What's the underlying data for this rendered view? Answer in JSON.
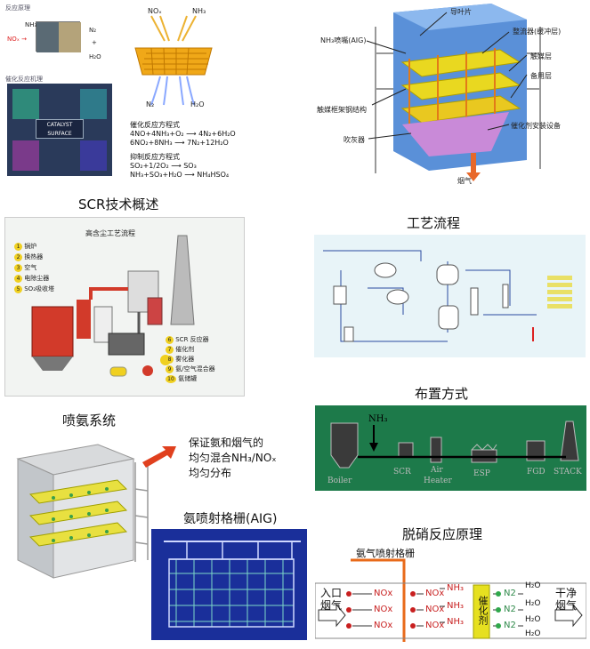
{
  "captions": {
    "scr_overview": "SCR技术概述",
    "process_flow": "工艺流程",
    "ammonia_system": "喷氨系统",
    "layout_mode": "布置方式",
    "aig": "氨喷射格栅(AIG)",
    "principle": "脱硝反应原理"
  },
  "top_left": {
    "label_a": "反应原理",
    "label_b": "催化反应机理",
    "nox": "NO",
    "nh3": "NH",
    "n2": "N",
    "plus": "+",
    "h2o": "H₂O",
    "catalyst_surface": "CATALYST SURFACE",
    "grid_nox": "NOₓ",
    "grid_nh3": "NH₃",
    "grid_n2": "N₂",
    "grid_h2o": "H₂O",
    "eq_title1": "催化反应方程式",
    "eq1": "4NO+4NH₃+O₂ ⟶ 4N₂+6H₂O",
    "eq2": "6NO₂+8NH₃ ⟶ 7N₂+12H₂O",
    "eq_title2": "抑制反应方程式",
    "eq3": "SO₂+1/2O₂ ⟶ SO₃",
    "eq4": "NH₃+SO₃+H₂O ⟶ NH₄HSO₄"
  },
  "reactor": {
    "guide_vane": "导叶片",
    "aig": "NH₃喷嘴(AIG)",
    "rectifier": "整流器(缓冲层)",
    "catalyst_layer": "触媒层",
    "spare_layer": "备用层",
    "frame": "触媒框架钢结构",
    "soot_blower": "吹灰器",
    "install": "催化剂安装设备",
    "flue_gas": "烟气"
  },
  "plant": {
    "title": "高含尘工艺流程",
    "legend": [
      "锅炉",
      "换热器",
      "空气",
      "电除尘器",
      "SO₂吸收塔",
      "SCR 反应器",
      "催化剂",
      "雾化器",
      "氨/空气混合器",
      "氨储罐"
    ],
    "nums": [
      "1",
      "2",
      "3",
      "4",
      "5",
      "6",
      "7",
      "8",
      "9",
      "10"
    ]
  },
  "ammonia_note": [
    "保证氨和烟气的",
    "均匀混合NH₃/NOₓ",
    "均匀分布"
  ],
  "layout_labels": {
    "nh3": "NH₃",
    "boiler": "Boiler",
    "scr": "SCR",
    "air_heater_1": "Air",
    "air_heater_2": "Heater",
    "esp": "ESP",
    "fgd": "FGD",
    "stack": "STACK"
  },
  "principle": {
    "grid_label": "氨气喷射格栅",
    "inlet": "入口",
    "inlet2": "烟气",
    "nox": "NOx",
    "nh3": "NH₃",
    "catalyst": "催化剂",
    "n2": "N2",
    "h2o": "H₂O",
    "outlet": "干净",
    "outlet2": "烟气"
  },
  "colors": {
    "accent_red": "#d43a2a",
    "catalyst_yellow": "#e6e020",
    "reactor_blue": "#5a90d8",
    "layout_green": "#1d7a4a",
    "flow_cyan": "#e8f4f8",
    "aig_blue": "#1a2f9a"
  }
}
